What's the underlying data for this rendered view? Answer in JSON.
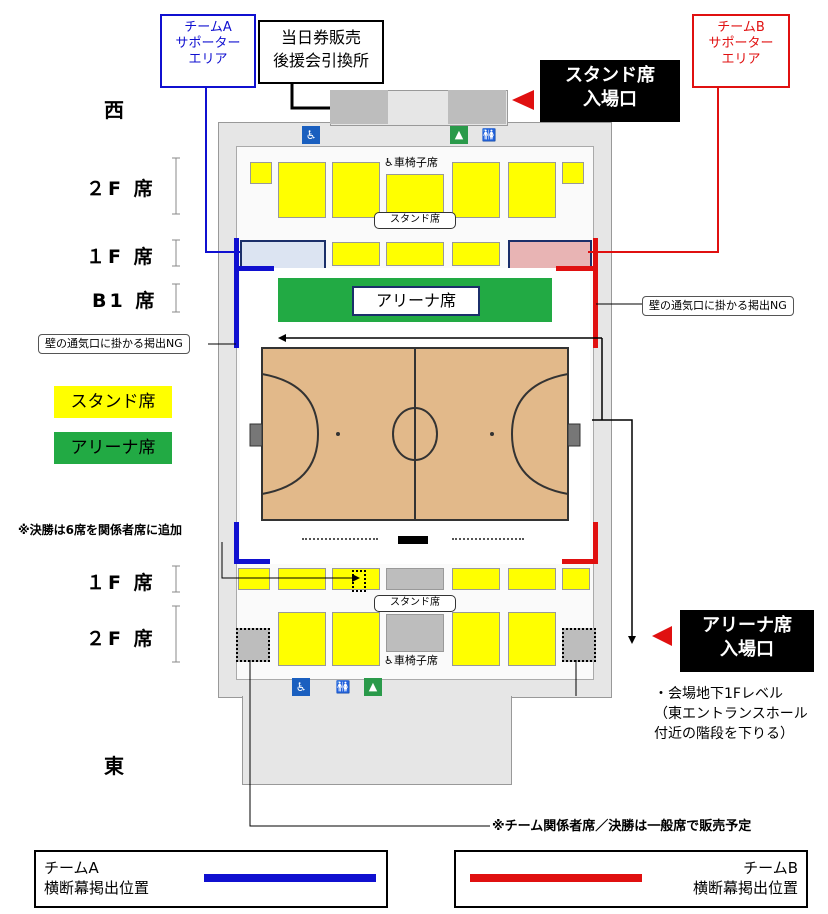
{
  "callouts": {
    "team_a_area": [
      "チームA",
      "サポーター",
      "エリア"
    ],
    "team_b_area": [
      "チームB",
      "サポーター",
      "エリア"
    ],
    "ticket_booth": [
      "当日券販売",
      "後援会引換所"
    ],
    "stand_entrance": [
      "スタンド席",
      "入場口"
    ],
    "arena_entrance": [
      "アリーナ席",
      "入場口"
    ],
    "vent_ng_left": "壁の通気口に掛かる掲出NG",
    "vent_ng_right": "壁の通気口に掛かる掲出NG",
    "final_add": "※決勝は6席を関係者席に追加",
    "team_seat_note": "※チーム関係者席／決勝は一般席で販売予定",
    "arena_entrance_note": [
      "・会場地下1Fレベル",
      "（東エントランスホール",
      "付近の階段を下りる）"
    ]
  },
  "directions": {
    "west": "西",
    "east": "東"
  },
  "levels": {
    "upper_2f_top": "２F 席",
    "upper_1f_top": "１F 席",
    "b1": "B1 席",
    "lower_1f": "１F 席",
    "lower_2f": "２F 席"
  },
  "seat_labels": {
    "stand_top": "スタンド席",
    "stand_bottom": "スタンド席",
    "wheelchair_top": "車椅子席",
    "wheelchair_bottom": "車椅子席",
    "arena": "アリーナ席"
  },
  "legend": {
    "stand": "スタンド席",
    "arena": "アリーナ席"
  },
  "bottom_legend": {
    "team_a": [
      "チームA",
      "横断幕掲出位置"
    ],
    "team_b": [
      "チームB",
      "横断幕掲出位置"
    ]
  },
  "colors": {
    "team_a": "#1010d0",
    "team_b": "#e01010",
    "stand": "#ffff00",
    "arena": "#22aa44",
    "court": "#e2b98a",
    "gray": "#bdbdbd"
  }
}
